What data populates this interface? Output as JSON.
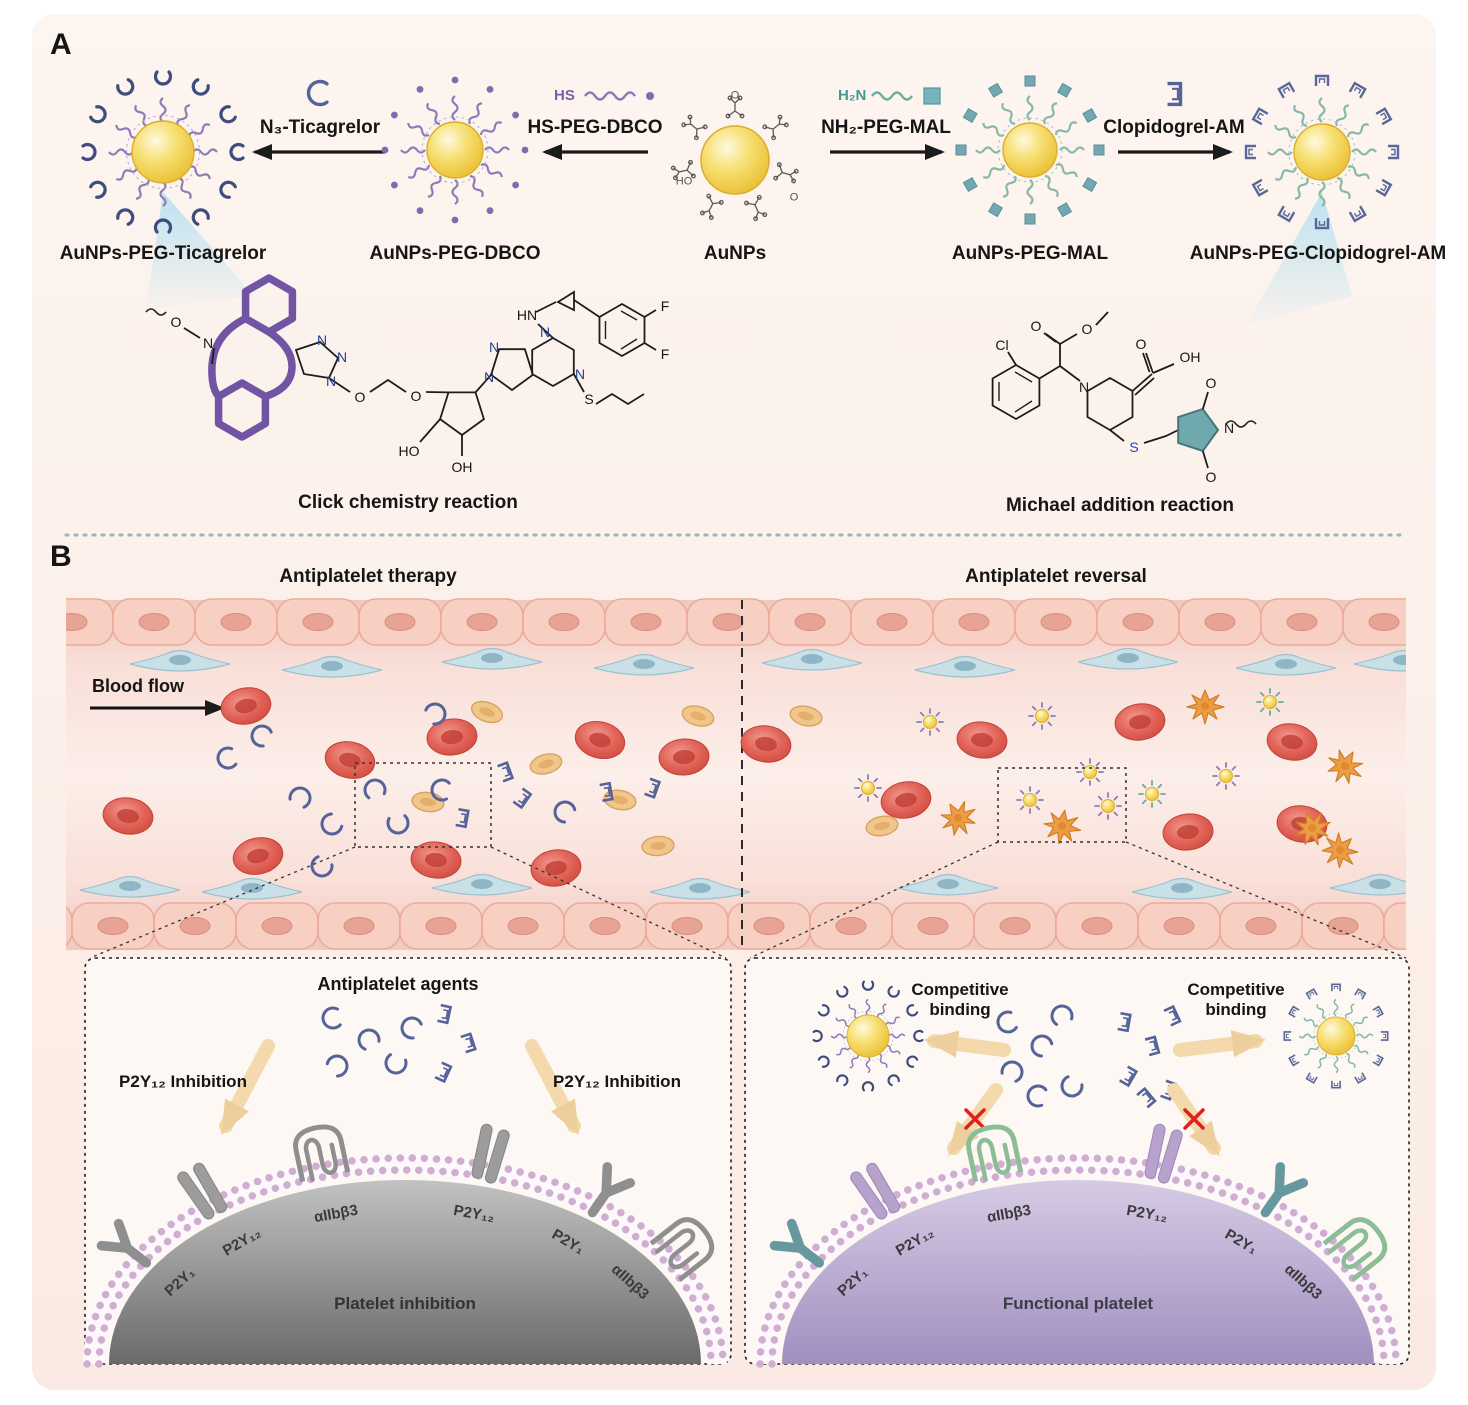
{
  "panel_a": {
    "label": "A",
    "arrows": {
      "a1": "N₃-Ticagrelor",
      "a2": "HS-PEG-DBCO",
      "a3": "NH₂-PEG-MAL",
      "a4": "Clopidogrel-AM"
    },
    "reagents": {
      "hs": "HS",
      "h2n": "H₂N"
    },
    "nanoparticles": {
      "np1": "AuNPs-PEG-Ticagrelor",
      "np2": "AuNPs-PEG-DBCO",
      "np3": "AuNPs",
      "np4": "AuNPs-PEG-MAL",
      "np5": "AuNPs-PEG-Clopidogrel-AM"
    },
    "citrate_labels": [
      "O",
      "HO",
      "O"
    ],
    "click": {
      "caption": "Click chemistry reaction",
      "atoms": {
        "o1": "O",
        "n1": "N",
        "n2": "N",
        "n3": "N",
        "n4": "N",
        "o2": "O",
        "o3": "O",
        "ho": "HO",
        "oh": "OH",
        "n5": "N",
        "n6": "N",
        "n7": "N",
        "n8": "N",
        "hn": "HN",
        "s": "S",
        "f1": "F",
        "f2": "F"
      }
    },
    "michael": {
      "caption": "Michael addition reaction",
      "atoms": {
        "cl": "Cl",
        "o1": "O",
        "o2": "O",
        "o3": "O",
        "oh": "OH",
        "n1": "N",
        "s": "S",
        "n2": "N",
        "o4": "O",
        "o5": "O"
      }
    }
  },
  "panel_b": {
    "label": "B",
    "left_title": "Antiplatelet therapy",
    "right_title": "Antiplatelet reversal",
    "blood_flow": "Blood flow",
    "inset_left": {
      "title": "Antiplatelet agents",
      "inhibition_left": "P2Y₁₂ Inhibition",
      "inhibition_right": "P2Y₁₂ Inhibition",
      "receptors": [
        "P2Y₁",
        "P2Y₁₂",
        "αIIbβ3",
        "P2Y₁₂",
        "P2Y₁",
        "αIIbβ3"
      ],
      "platelet": "Platelet inhibition"
    },
    "inset_right": {
      "binding_left": "Competitive binding",
      "binding_right": "Competitive binding",
      "receptors": [
        "P2Y₁",
        "P2Y₁₂",
        "αIIbβ3",
        "P2Y₁₂",
        "P2Y₁",
        "αIIbβ3"
      ],
      "platelet": "Functional platelet"
    }
  },
  "colors": {
    "gold": "#f0c83c",
    "purple_ligand": "#8d7bb8",
    "teal_ligand": "#86b8a6",
    "drug_blue": "#56639b",
    "rbc_red": "#d94f44",
    "platelet_tan": "#f0c98e",
    "activated_orange": "#e8963f",
    "beam_blue": "#b5e0f0"
  }
}
